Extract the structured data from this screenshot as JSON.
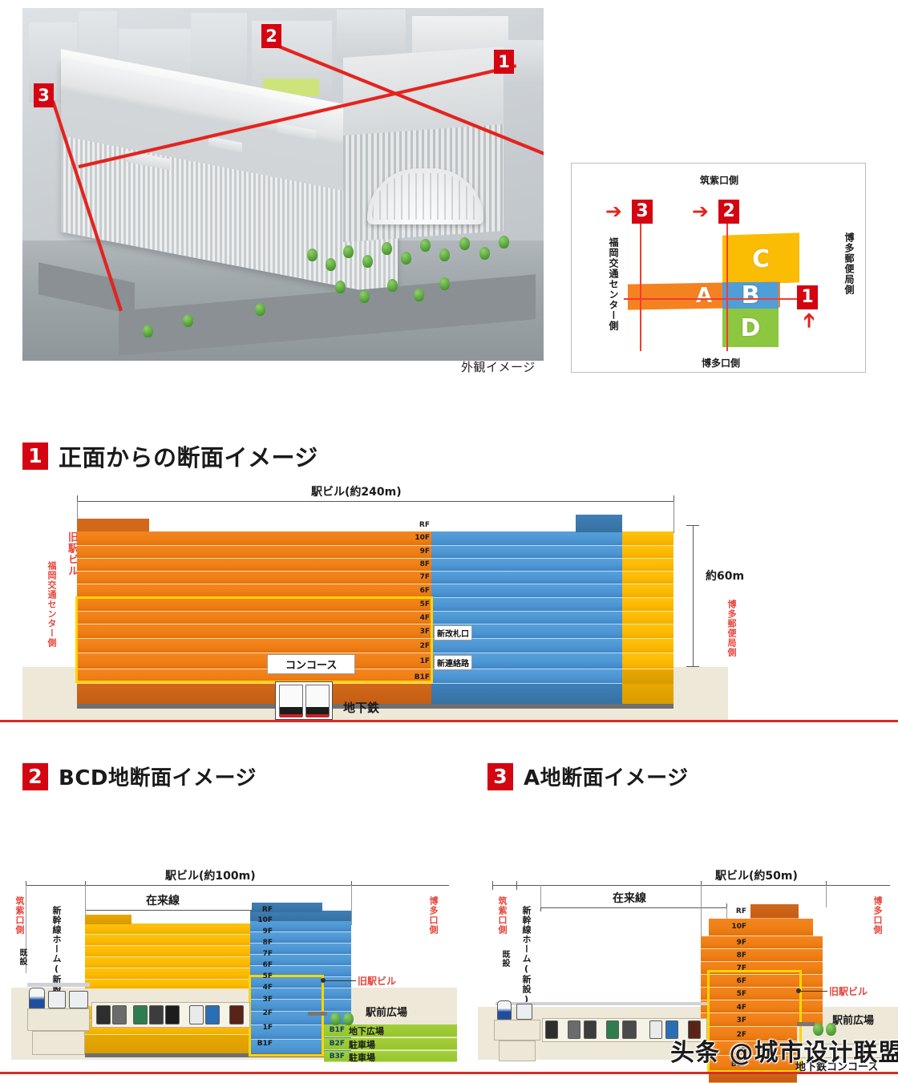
{
  "photo": {
    "caption": "外観イメージ",
    "markers": [
      {
        "id": "1",
        "label": "1"
      },
      {
        "id": "2",
        "label": "2"
      },
      {
        "id": "3",
        "label": "3"
      }
    ]
  },
  "keymap": {
    "top_label": "筑紫口側",
    "bottom_label": "博多口側",
    "left_label": "福岡交通センター側",
    "right_label": "博多郵便局側",
    "blocks": [
      {
        "label": "A",
        "color": "#f58220"
      },
      {
        "label": "B",
        "color": "#4f9ed8"
      },
      {
        "label": "C",
        "color": "#fbbc04"
      },
      {
        "label": "D",
        "color": "#8dc63f"
      }
    ],
    "markers": [
      {
        "label": "3",
        "arrow": "→"
      },
      {
        "label": "2",
        "arrow": "→"
      },
      {
        "label": "1",
        "arrow": "↑"
      }
    ]
  },
  "sections": [
    {
      "number": "1",
      "title": "正面からの断面イメージ",
      "dim_top": "駅ビル(約240m)",
      "dim_right": "約60m",
      "left_labels": [
        "旧駅ビル",
        "福岡交通センター側"
      ],
      "right_labels": [
        "博多郵便局側"
      ],
      "floors": [
        "RF",
        "10F",
        "9F",
        "8F",
        "7F",
        "6F",
        "5F",
        "4F",
        "3F",
        "2F",
        "1F",
        "B1F"
      ],
      "tags": [
        {
          "floor": "3F",
          "text": "新改札口"
        },
        {
          "floor": "1F",
          "text": "新連絡路"
        }
      ],
      "concourse": "コンコース",
      "subway": "地下鉄"
    },
    {
      "number": "2",
      "title": "BCD地断面イメージ",
      "dim_top": "駅ビル(約100m)",
      "dim_mid": "在来線",
      "left_label_red": "筑紫口側",
      "left_label_black": "新幹線ホーム(新設)",
      "left_label_small": "既設",
      "right_label_red": "博多口側",
      "anno_old": "旧駅ビル",
      "anno_plaza": "駅前広場",
      "floors": [
        "RF",
        "10F",
        "9F",
        "8F",
        "7F",
        "6F",
        "5F",
        "4F",
        "3F",
        "2F",
        "1F",
        "B1F"
      ],
      "basement": [
        {
          "floor": "B1F",
          "text": "地下広場"
        },
        {
          "floor": "B2F",
          "text": "駐車場"
        },
        {
          "floor": "B3F",
          "text": "駐車場"
        }
      ]
    },
    {
      "number": "3",
      "title": "A地断面イメージ",
      "dim_top": "駅ビル(約50m)",
      "dim_mid": "在来線",
      "left_label_red": "筑紫口側",
      "left_label_black": "新幹線ホーム(新設)",
      "left_label_small": "既設",
      "right_label_red": "博多口側",
      "anno_old": "旧駅ビル",
      "anno_plaza": "駅前広場",
      "anno_subway": "地下鉄コンコース",
      "floors": [
        "RF",
        "10F",
        "9F",
        "8F",
        "7F",
        "6F",
        "5F",
        "4F",
        "3F",
        "2F",
        "1F",
        "B1F"
      ]
    }
  ],
  "watermark": "头条 @城市设计联盟",
  "colors": {
    "red_marker": "#d40511",
    "orange": "#f4851f",
    "blue": "#56a0da",
    "yellow": "#ffc20e",
    "green": "#a4cf3b",
    "highlight": "#ffd400"
  }
}
